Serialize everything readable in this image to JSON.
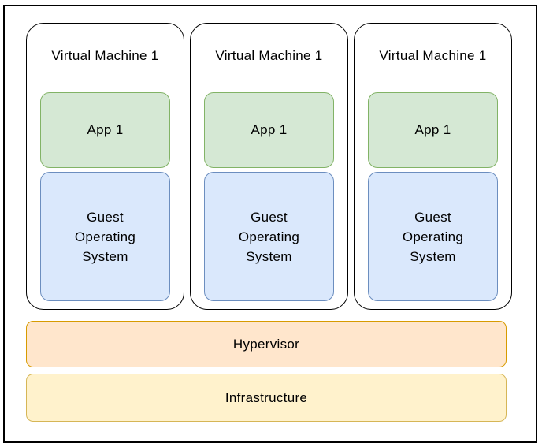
{
  "vms": [
    {
      "title": "Virtual Machine 1",
      "app_label": "App 1",
      "os_label": "Guest Operating System"
    },
    {
      "title": "Virtual Machine 1",
      "app_label": "App 1",
      "os_label": "Guest Operating System"
    },
    {
      "title": "Virtual Machine 1",
      "app_label": "App 1",
      "os_label": "Guest Operating System"
    }
  ],
  "layers": {
    "hypervisor": {
      "label": "Hypervisor"
    },
    "infrastructure": {
      "label": "Infrastructure"
    }
  },
  "colors": {
    "app_fill": "#D5E8D4",
    "app_stroke": "#82B366",
    "os_fill": "#DAE8FC",
    "os_stroke": "#6C8EBF",
    "hypervisor_fill": "#FFE6CC",
    "hypervisor_stroke": "#D79B00",
    "infrastructure_fill": "#FFF2CC",
    "infrastructure_stroke": "#D6B656",
    "card_fill": "#FFFFFF",
    "card_stroke": "#000000",
    "frame_stroke": "#000000",
    "text": "#000000"
  }
}
